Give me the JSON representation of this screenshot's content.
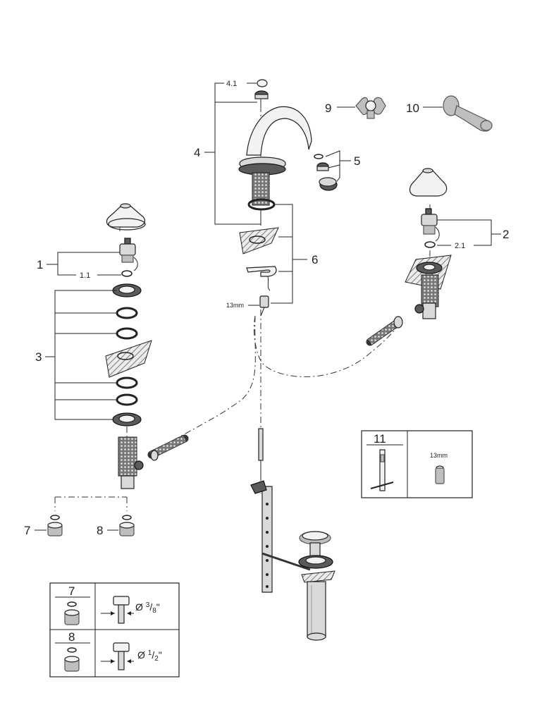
{
  "callouts": {
    "c1": "1",
    "c1_1": "1.1",
    "c2": "2",
    "c2_1": "2.1",
    "c3": "3",
    "c4": "4",
    "c4_1": "4.1",
    "c5": "5",
    "c6": "6",
    "c7": "7",
    "c8": "8",
    "c9": "9",
    "c10": "10"
  },
  "wrench_size_spout": "13mm",
  "tool_box": {
    "label": "11",
    "wrench_size": "13mm"
  },
  "legend": {
    "row7": {
      "label": "7",
      "diameter_prefix": "Ø ",
      "fraction_num": "3",
      "fraction_den": "8",
      "unit": "\""
    },
    "row8": {
      "label": "8",
      "diameter_prefix": "Ø ",
      "fraction_num": "1",
      "fraction_den": "2",
      "unit": "\""
    }
  }
}
